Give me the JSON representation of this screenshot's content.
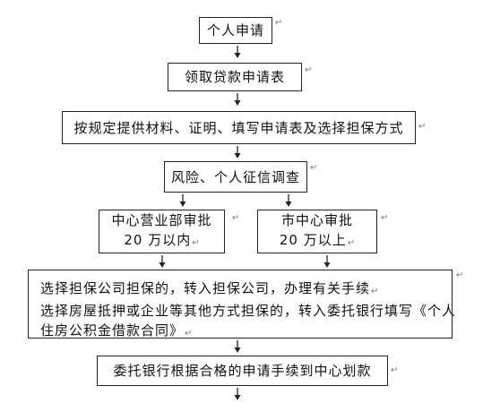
{
  "flowchart": {
    "return_mark": "↵",
    "steps": {
      "apply": "个人申请",
      "get_form": "领取贷款申请表",
      "submit": "按规定提供材料、证明、填写申请表及选择担保方式",
      "review": "风险、个人征信调查",
      "branch_left": {
        "line1": "中心营业部审批",
        "line2": "20 万以内"
      },
      "branch_right": {
        "line1": "市中心审批",
        "line2": "20 万以上"
      },
      "guarantee": {
        "line1": "选择担保公司担保的，转入担保公司，办理有关手续",
        "line2": "选择房屋抵押或企业等其他方式担保的，转入委托银行填写《个人",
        "line3": "住房公积金借款合同》"
      },
      "disburse": "委托银行根据合格的申请手续到中心划款"
    }
  }
}
